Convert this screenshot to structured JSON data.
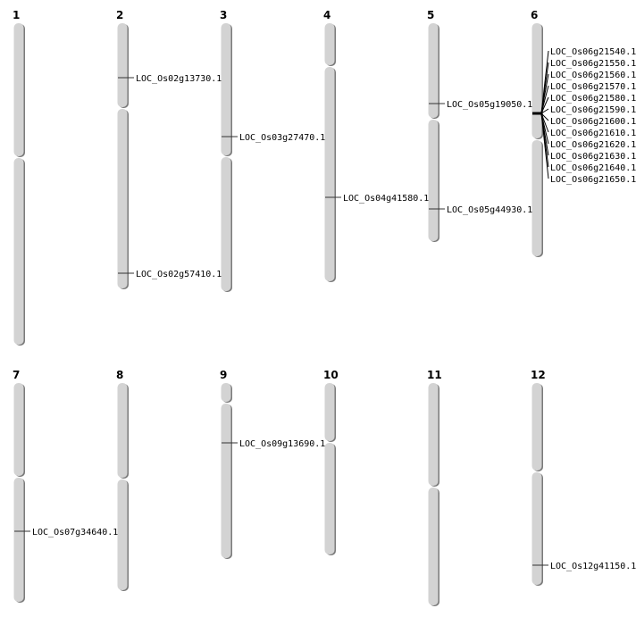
{
  "chromosomes": [
    {
      "name": "1",
      "genes": []
    },
    {
      "name": "2",
      "genes": [
        "LOC_Os02g13730.1",
        "LOC_Os02g57410.1"
      ]
    },
    {
      "name": "3",
      "genes": [
        "LOC_Os03g27470.1"
      ]
    },
    {
      "name": "4",
      "genes": [
        "LOC_Os04g41580.1"
      ]
    },
    {
      "name": "5",
      "genes": [
        "LOC_Os05g19050.1",
        "LOC_Os05g44930.1"
      ]
    },
    {
      "name": "6",
      "genes": [
        "LOC_Os06g21540.1",
        "LOC_Os06g21550.1",
        "LOC_Os06g21560.1",
        "LOC_Os06g21570.1",
        "LOC_Os06g21580.1",
        "LOC_Os06g21590.1",
        "LOC_Os06g21600.1",
        "LOC_Os06g21610.1",
        "LOC_Os06g21620.1",
        "LOC_Os06g21630.1",
        "LOC_Os06g21640.1",
        "LOC_Os06g21650.1"
      ]
    },
    {
      "name": "7",
      "genes": [
        "LOC_Os07g34640.1"
      ]
    },
    {
      "name": "8",
      "genes": []
    },
    {
      "name": "9",
      "genes": [
        "LOC_Os09g13690.1"
      ]
    },
    {
      "name": "10",
      "genes": []
    },
    {
      "name": "11",
      "genes": []
    },
    {
      "name": "12",
      "genes": [
        "LOC_Os12g41150.1"
      ]
    }
  ],
  "colors": {
    "chromosome": "#d3d3d3",
    "shadow": "#7a7a7a",
    "line": "#000000"
  }
}
